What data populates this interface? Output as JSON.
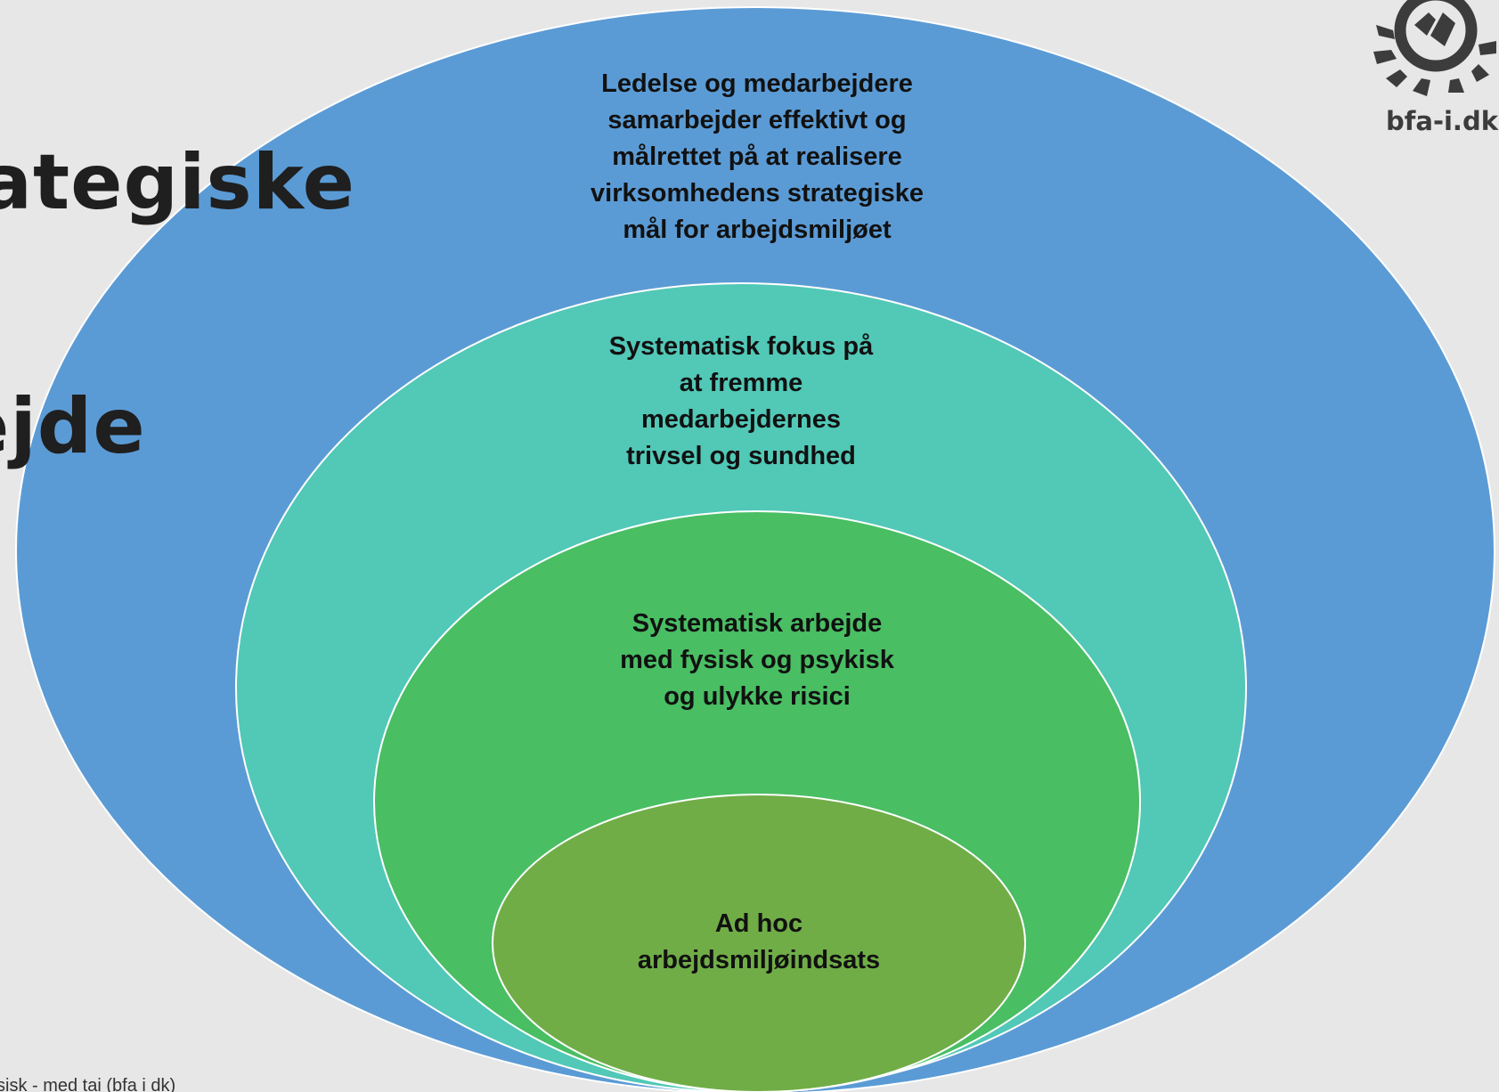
{
  "title": {
    "line1": "ategiske",
    "line2": "ejde"
  },
  "rings": [
    {
      "id": "outer",
      "color": "#5b9bd5",
      "lines": [
        "Ledelse og medarbejdere",
        "samarbejder effektivt og",
        "målrettet på at realisere",
        "virksomhedens strategiske",
        "mål for arbejdsmiljøet"
      ]
    },
    {
      "id": "second",
      "color": "#52c8b7",
      "lines": [
        "Systematisk fokus på",
        "at fremme",
        "medarbejdernes",
        "trivsel og sundhed"
      ]
    },
    {
      "id": "third",
      "color": "#49be63",
      "lines": [
        "Systematisk arbejde",
        "med fysisk og psykisk",
        "og ulykke risici"
      ]
    },
    {
      "id": "inner",
      "color": "#70ad47",
      "lines": [
        "Ad hoc",
        "arbejdsmiljøindsats"
      ]
    }
  ],
  "logo": {
    "text": "bfa-i.dk",
    "icon": "bfa-sun-logo-icon",
    "color": "#3c3c3c"
  },
  "footer": {
    "text": "sisk - med tai (bfa i dk)"
  }
}
